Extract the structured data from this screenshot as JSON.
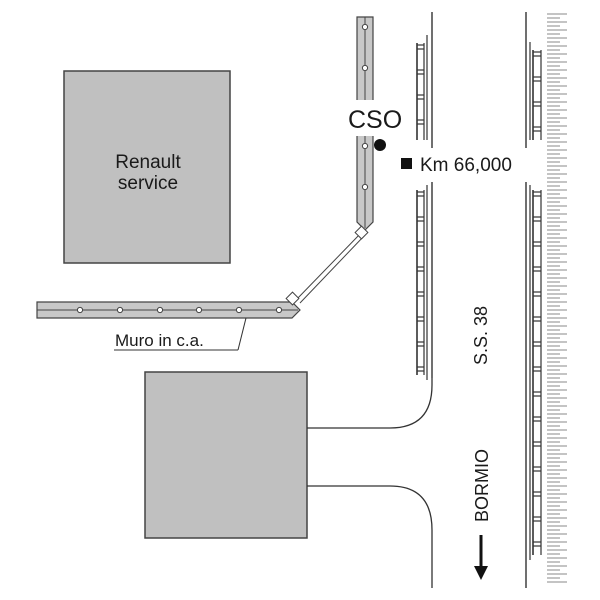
{
  "map": {
    "buildings": [
      {
        "id": "renault",
        "label_lines": [
          "Renault",
          "service"
        ]
      },
      {
        "id": "unnamed-building",
        "label_lines": []
      }
    ],
    "labels": {
      "station": "CSO",
      "kilometer": "Km 66,000",
      "wall": "Muro in c.a.",
      "road": "S.S. 38",
      "direction": "BORMIO"
    },
    "colors": {
      "building_fill": "#c0c0c0",
      "wall_fill": "#c8c8c8",
      "line": "#333333",
      "background": "#ffffff"
    },
    "legend_symbols": {
      "station_marker": "filled-circle",
      "km_marker": "filled-square",
      "direction_arrow": "arrow-down"
    }
  }
}
